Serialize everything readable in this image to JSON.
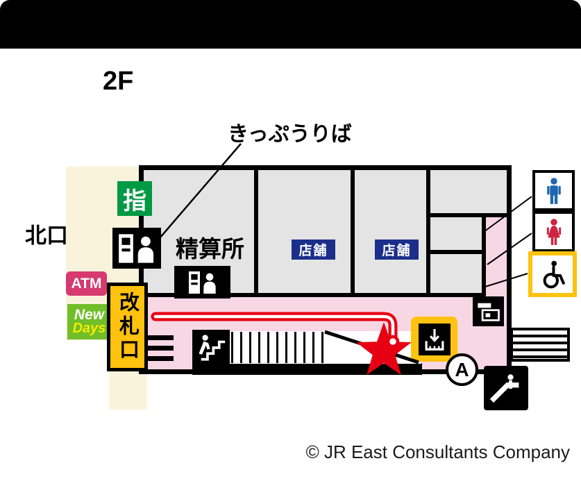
{
  "colors": {
    "header": "#000000",
    "outside_area": "#FAF3DC",
    "room_gray": "#E4E4E4",
    "corridor_pink": "#F8D7E5",
    "accent_yellow": "#FFC20E",
    "route_red": "#E60012",
    "shop_blue": "#1B2E8A",
    "atm_pink": "#D63A6E",
    "reserved_green": "#009944",
    "newdays_green": "#71BE28",
    "men_blue": "#2066B0",
    "women_red": "#CE2343"
  },
  "map": {
    "floor_label": "2F",
    "ticket_office_label": "きっぷうりば",
    "north_exit_label": "北口",
    "fare_adjustment_label": "精算所",
    "shops": [
      {
        "label": "店舗"
      },
      {
        "label": "店舗"
      }
    ],
    "atm_label": "ATM",
    "newdays": {
      "top": "New",
      "bottom": "Days"
    },
    "gate_sign": "改札口",
    "reserved_seat_sign": "指",
    "exit_circle_label": "A"
  },
  "icons": {
    "star": "current-location-star",
    "men_restroom": "men-restroom-icon",
    "women_restroom": "women-restroom-icon",
    "wheelchair": "wheelchair-icon",
    "elevator": "elevator-icon",
    "escalator": "escalator-icon",
    "stairs": "stairs-icon",
    "ticket_machine": "ticket-machine-icon",
    "fare_machine": "fare-machine-icon",
    "locker": "locker-icon"
  },
  "footer": {
    "copyright": "© JR East Consultants Company"
  }
}
